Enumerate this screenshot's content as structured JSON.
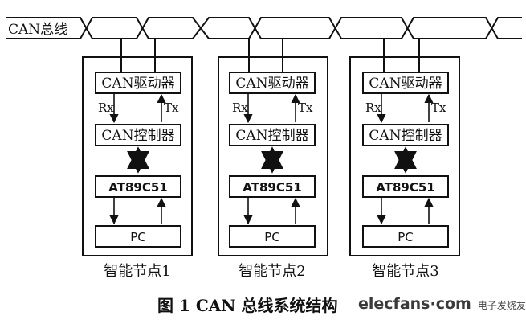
{
  "bus_label": "CAN总线",
  "nodes": [
    {
      "driver": "CAN驱动器",
      "rx": "Rx",
      "tx": "Tx",
      "controller": "CAN控制器",
      "mcu": "AT89C51",
      "pc": "PC",
      "label": "智能节点1"
    },
    {
      "driver": "CAN驱动器",
      "rx": "Rx",
      "tx": "Tx",
      "controller": "CAN控制器",
      "mcu": "AT89C51",
      "pc": "PC",
      "label": "智能节点2"
    },
    {
      "driver": "CAN驱动器",
      "rx": "Rx",
      "tx": "Tx",
      "controller": "CAN控制器",
      "mcu": "AT89C51",
      "pc": "PC",
      "label": "智能节点3"
    }
  ],
  "caption": "图 1  CAN 总线系统结构",
  "watermark": {
    "logo": "elecfans·com",
    "sub": "电子发烧友"
  }
}
